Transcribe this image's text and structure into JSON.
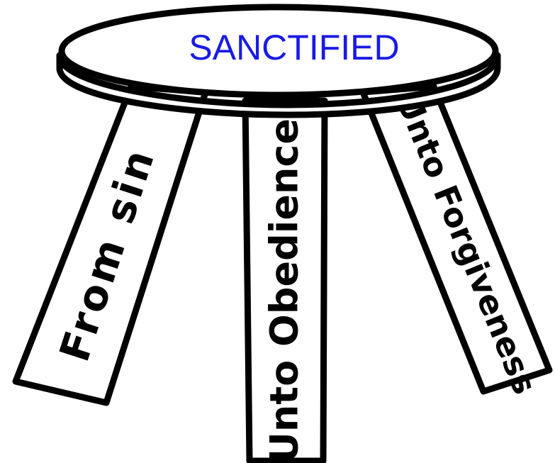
{
  "seat": {
    "title": "SANCTIFIED",
    "title_color": "#1a1ae6"
  },
  "legs": {
    "left": {
      "label": "From sin"
    },
    "middle": {
      "label": "Unto Obedience"
    },
    "right": {
      "label": "Unto Forgiveness"
    }
  },
  "colors": {
    "outline": "#000000",
    "fill": "#ffffff",
    "leg_text": "#000000"
  }
}
